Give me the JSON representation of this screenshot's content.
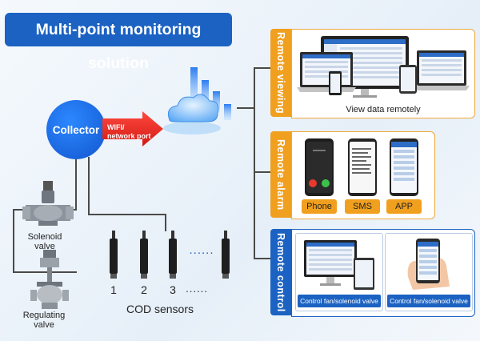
{
  "title": "Multi-point monitoring solution",
  "collector": {
    "label": "Collector"
  },
  "connection": {
    "line1": "WIFI/",
    "line2": "network port"
  },
  "remote_viewing": {
    "tab": "Remote viewing",
    "caption": "View data remotely"
  },
  "remote_alarm": {
    "tab": "Remote alarm",
    "buttons": [
      "Phone",
      "SMS",
      "APP"
    ]
  },
  "remote_control": {
    "tab": "Remote control",
    "buttons": [
      "Control fan/solenoid valve",
      "Control fan/solenoid valve"
    ]
  },
  "solenoid": {
    "line1": "Solenoid",
    "line2": "valve"
  },
  "regulating": {
    "line1": "Regulating",
    "line2": "valve"
  },
  "sensors": {
    "labels": [
      "1",
      "2",
      "3"
    ],
    "ellipsis_dots": "......",
    "dotted_dots": "......",
    "caption": "COD sensors"
  },
  "colors": {
    "brand_blue": "#1b62c2",
    "accent_orange": "#f0a01e",
    "arrow_red": "#e5251f"
  }
}
